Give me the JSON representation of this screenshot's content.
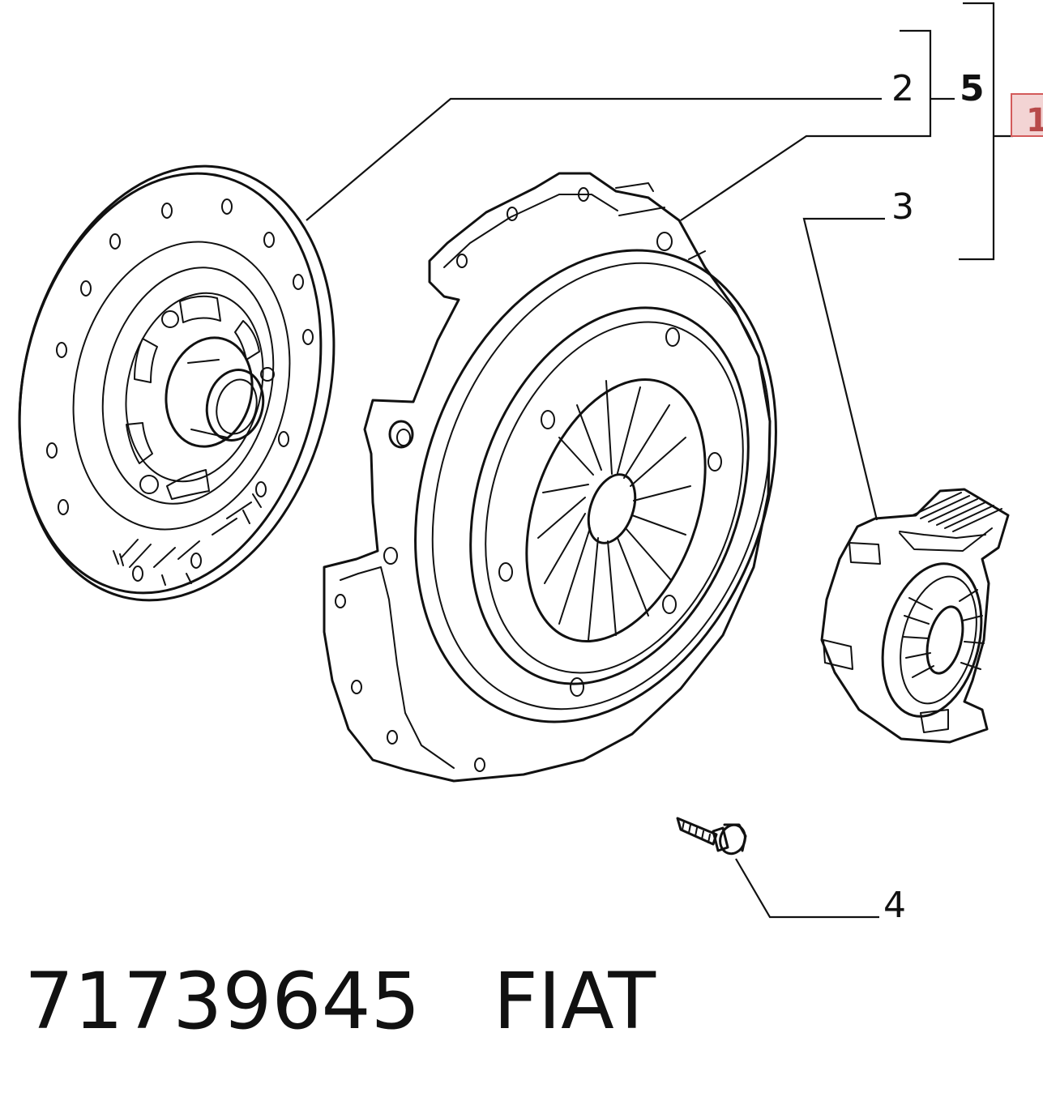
{
  "callouts": {
    "c1": "1",
    "c2": "2",
    "c3": "3",
    "c4": "4",
    "c5": "5"
  },
  "footer": {
    "part_number": "71739645",
    "brand": "FIAT"
  },
  "colors": {
    "line": "#111111",
    "highlight_box": "#f3d4d4",
    "highlight_border": "#d35a5a"
  },
  "parts": [
    {
      "id": "clutch-disc",
      "callout": "2"
    },
    {
      "id": "pressure-plate",
      "callout": "2"
    },
    {
      "id": "release-bearing",
      "callout": "3"
    },
    {
      "id": "bolt",
      "callout": "4"
    }
  ]
}
